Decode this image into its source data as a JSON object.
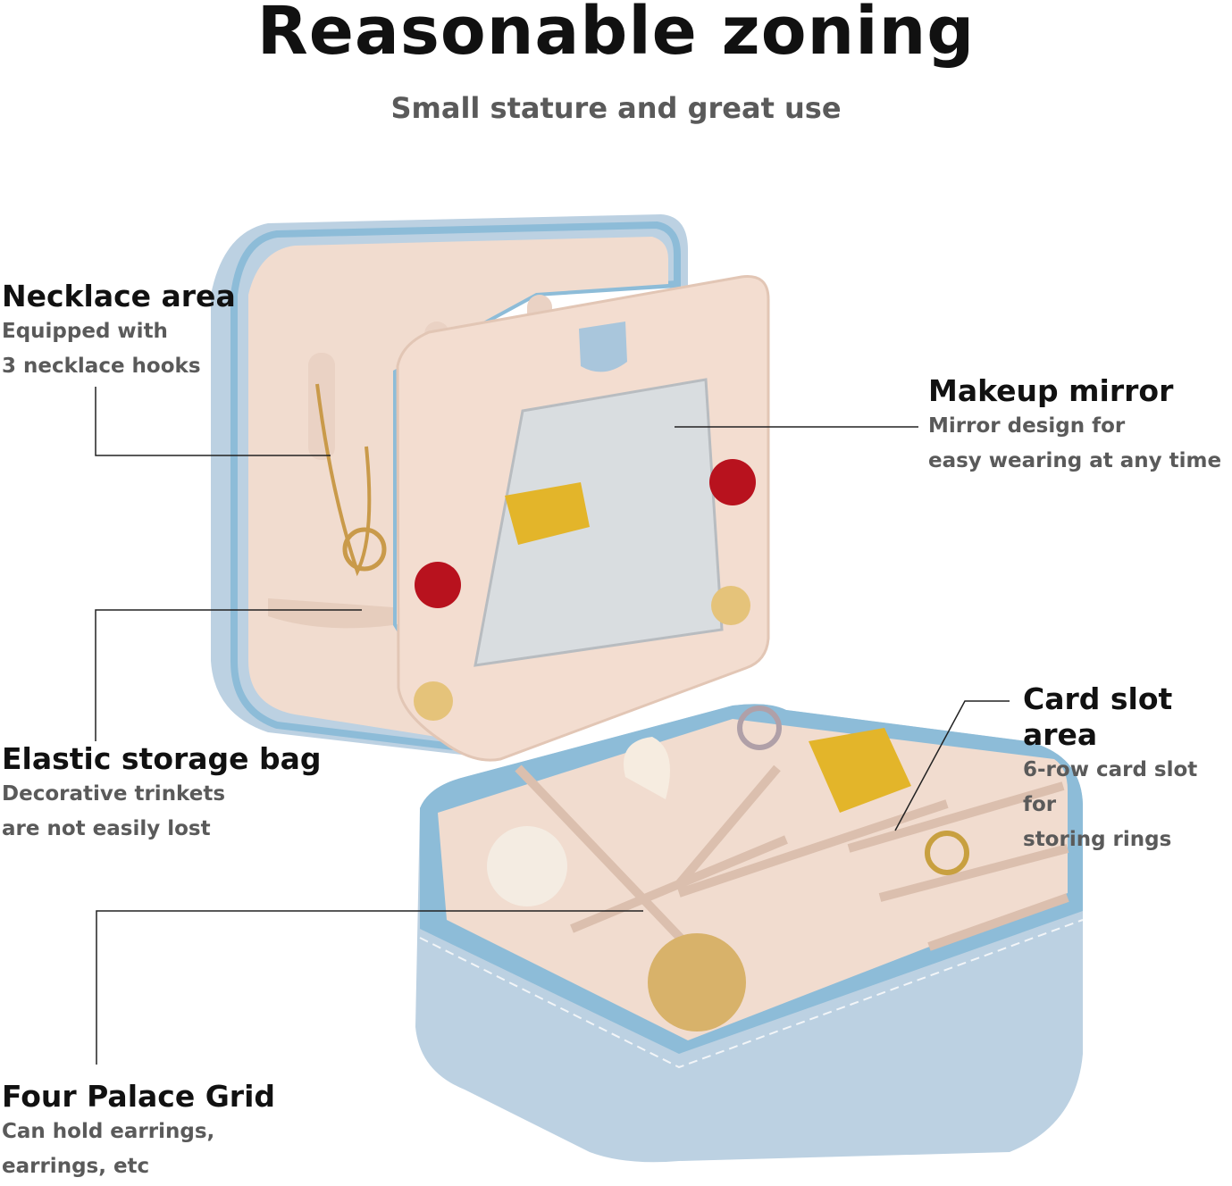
{
  "header": {
    "title": "Reasonable zoning",
    "subtitle": "Small stature and great use"
  },
  "features": [
    {
      "title": "Necklace area",
      "lines": [
        "Equipped with",
        "3 necklace hooks"
      ]
    },
    {
      "title": "Makeup mirror",
      "lines": [
        "Mirror design for",
        "easy wearing at any time"
      ]
    },
    {
      "title": "Elastic storage bag",
      "lines": [
        "Decorative trinkets",
        "are not easily lost"
      ]
    },
    {
      "title": "Card slot area",
      "lines": [
        "6-row card slot for",
        "storing rings"
      ]
    },
    {
      "title": "Four Palace Grid",
      "lines": [
        "Can hold earrings,",
        "earrings, etc"
      ]
    }
  ],
  "colors": {
    "box_blue": "#bcd1e2",
    "zipper": "#8dbcd8",
    "velvet": "#f1dccf",
    "mirror": "#d9dde0"
  }
}
